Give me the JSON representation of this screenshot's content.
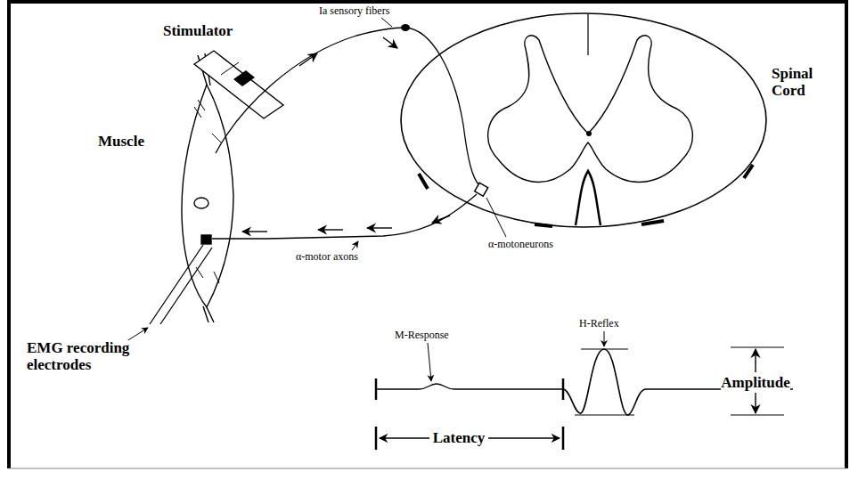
{
  "diagram": {
    "labels": [
      "Ia sensory fibers",
      "Stimulator",
      "Spinal Cord",
      "Muscle",
      "α-motoneurons",
      "α-motor axons",
      "EMG recording electrodes",
      "M-Response",
      "H-Reflex",
      "Amplitude",
      "Latency"
    ]
  }
}
